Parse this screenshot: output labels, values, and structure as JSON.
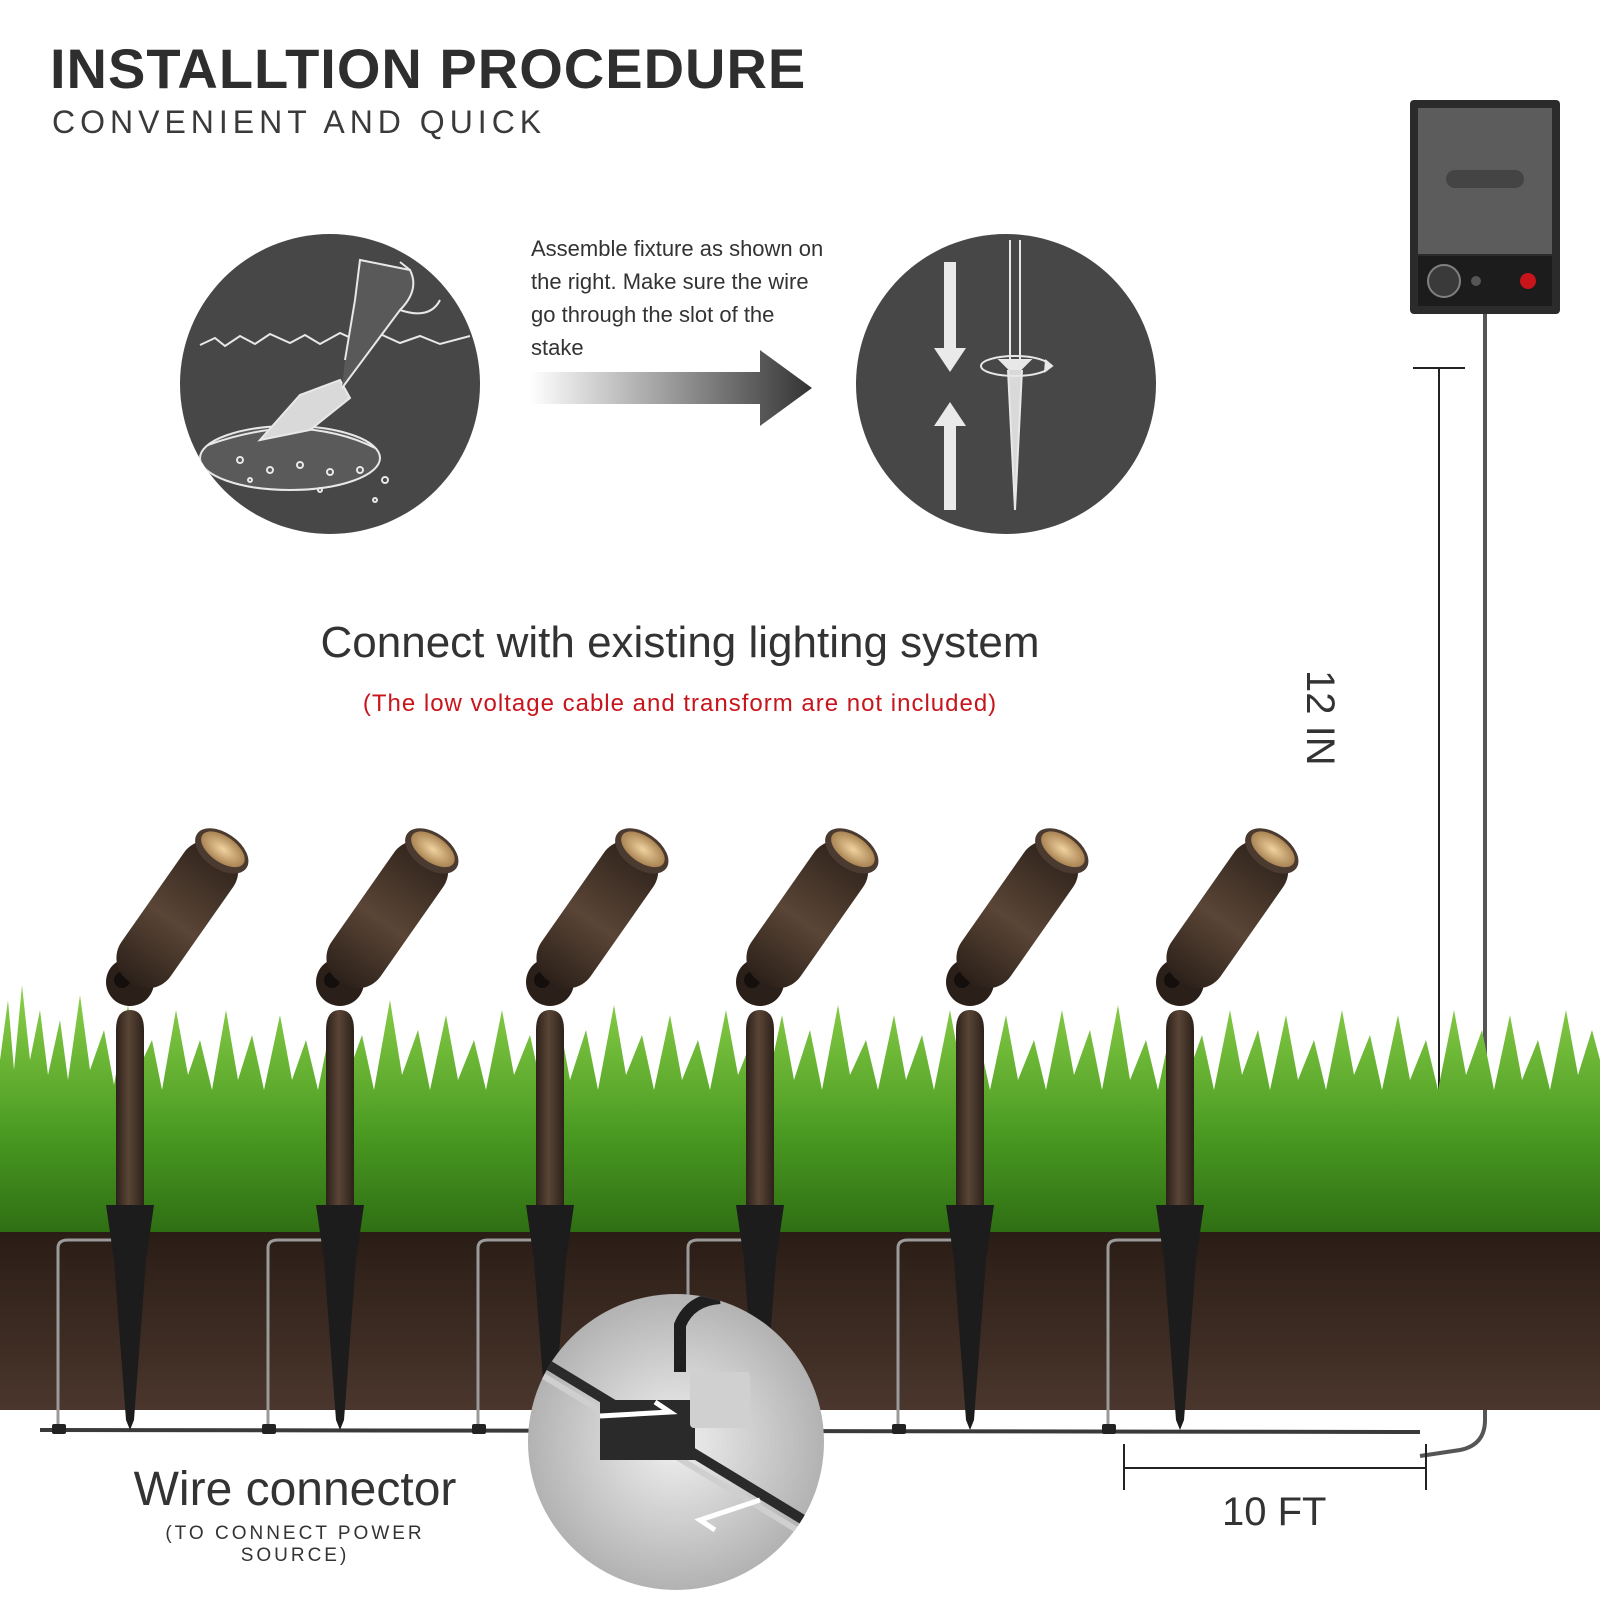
{
  "header": {
    "title": "INSTALLTION PROCEDURE",
    "subtitle": "CONVENIENT AND QUICK"
  },
  "steps": {
    "dig_hole_icon": "trowel-digging-soil-icon",
    "note": "Assemble fixture as shown on the right. Make sure the wire go through the slot of the stake",
    "assemble_icon": "stake-assembly-rotate-icon"
  },
  "connection": {
    "heading": "Connect with existing lighting system",
    "note": "(The low voltage cable and transform are not included)"
  },
  "wire_connector": {
    "title": "Wire connector",
    "subtitle": "(TO CONNECT POWER SOURCE)"
  },
  "dimensions": {
    "width_label": "10 FT",
    "height_label": "12 IN"
  },
  "fixtures": {
    "count": 6,
    "color": "#4a3a30",
    "lens_color": "#d8b488"
  },
  "colors": {
    "accent_red": "#c8141b",
    "grass": "#5aa02e",
    "soil": "#3d2c24",
    "circle_bg": "#464646"
  }
}
